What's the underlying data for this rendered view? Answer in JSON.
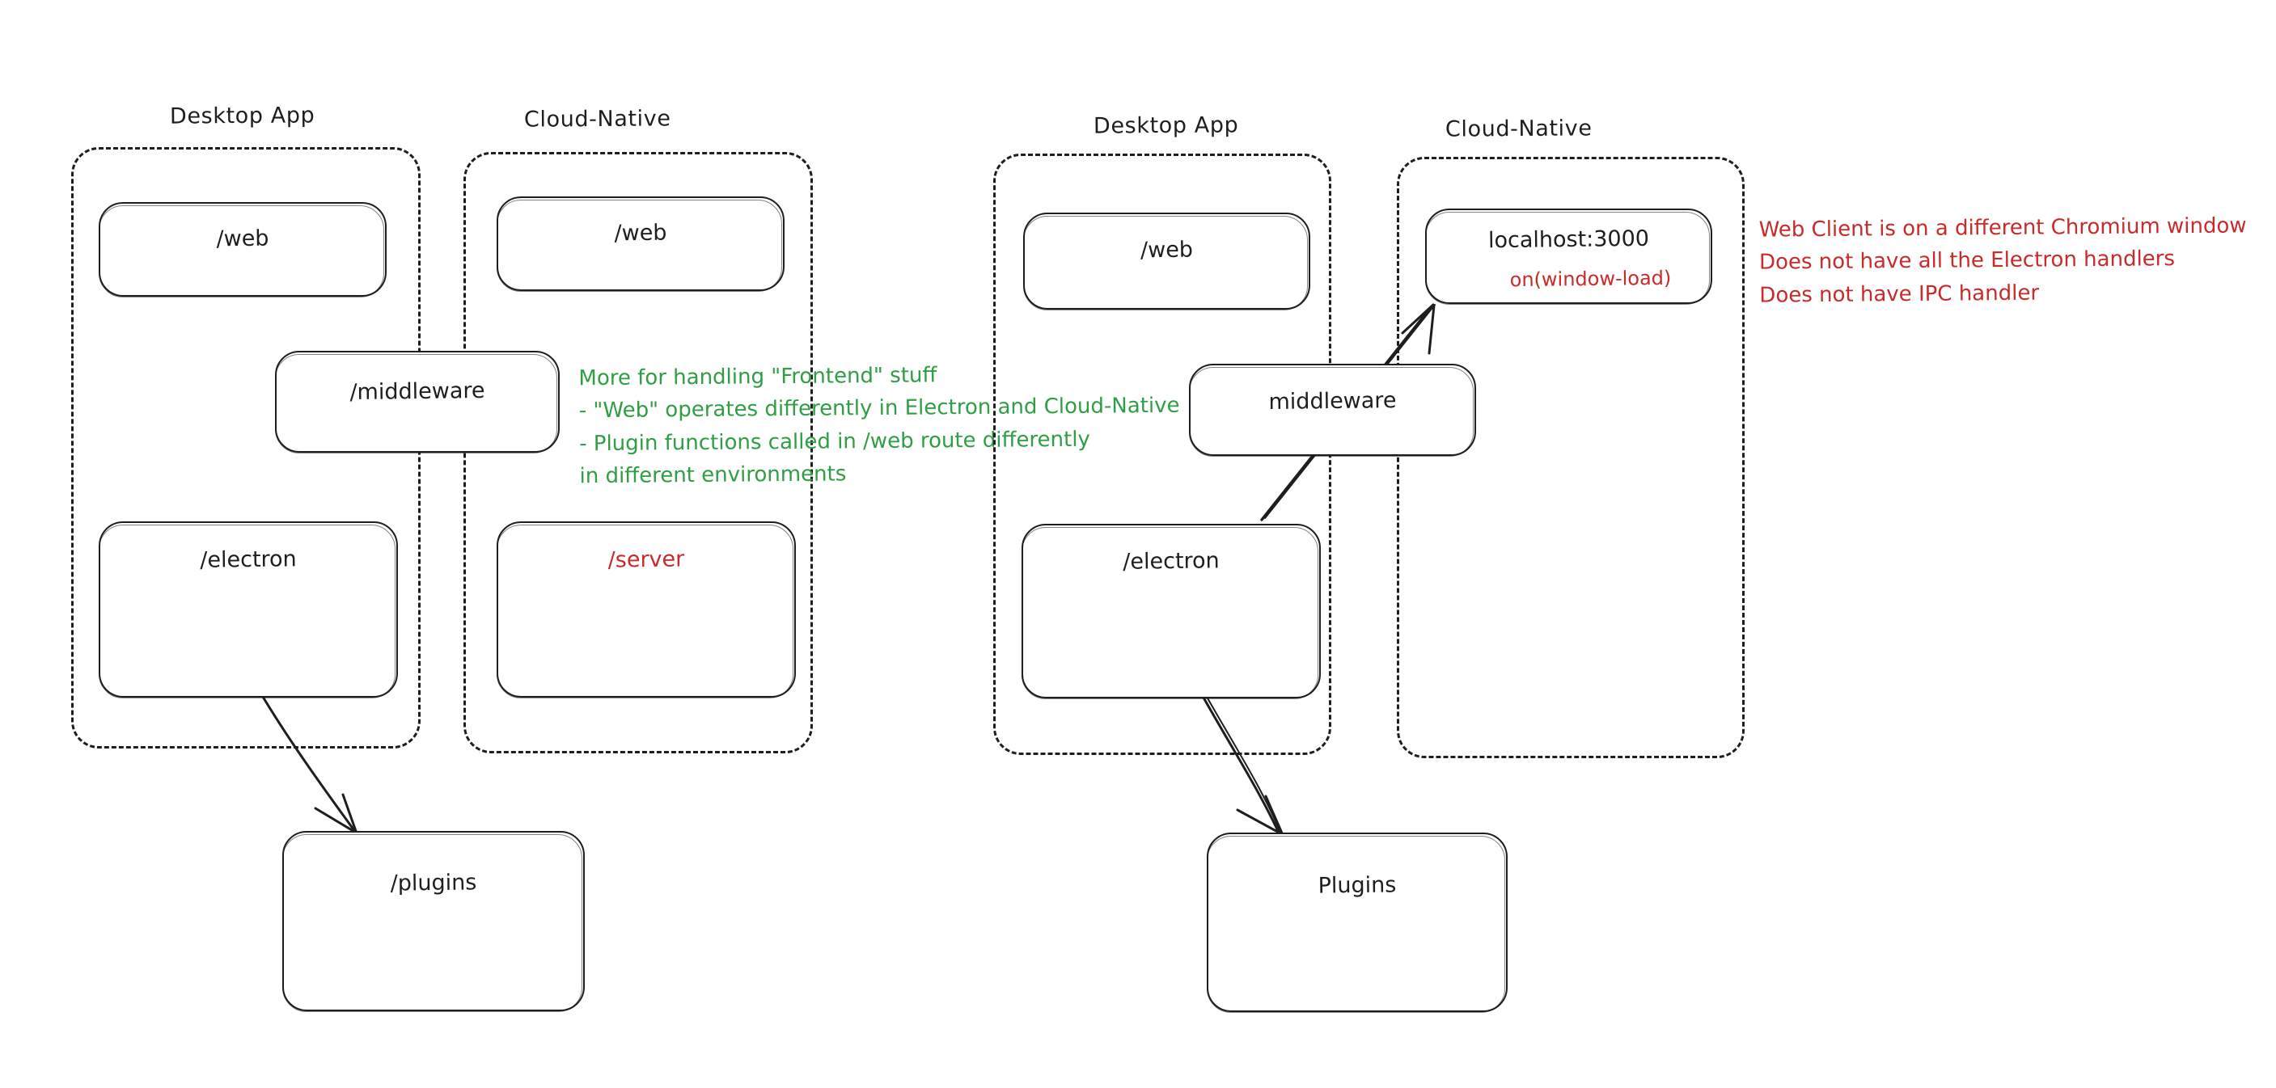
{
  "diagram": {
    "title": "Electron Desktop App vs Cloud-Native architecture comparison",
    "colors": {
      "stroke": "#1e1e1e",
      "green_note": "#2f9e44",
      "red_note": "#c92a2a",
      "background": "#ffffff"
    }
  },
  "left_diagram": {
    "clusters": [
      {
        "label": "Desktop App"
      },
      {
        "label": "Cloud-Native"
      }
    ],
    "nodes": [
      {
        "label": "/web",
        "color": "black"
      },
      {
        "label": "/web",
        "color": "black"
      },
      {
        "label": "/middleware",
        "color": "black"
      },
      {
        "label": "/electron",
        "color": "black"
      },
      {
        "label": "/server",
        "color": "red"
      },
      {
        "label": "/plugins",
        "color": "black"
      }
    ],
    "annotation": {
      "color": "green",
      "lines": [
        "More for handling \"Frontend\" stuff",
        "- \"Web\" operates differently in Electron and Cloud-Native",
        "- Plugin functions called in /web route differently",
        "in different environments"
      ]
    }
  },
  "right_diagram": {
    "clusters": [
      {
        "label": "Desktop App"
      },
      {
        "label": "Cloud-Native"
      }
    ],
    "nodes": [
      {
        "label": "/web",
        "color": "black"
      },
      {
        "label": "localhost:3000",
        "color": "black"
      },
      {
        "label": "on(window-load)",
        "color": "red"
      },
      {
        "label": "middleware",
        "color": "black"
      },
      {
        "label": "/electron",
        "color": "black"
      },
      {
        "label": "Plugins",
        "color": "black"
      }
    ],
    "annotation": {
      "color": "red",
      "lines": [
        "Web Client is on a different Chromium window",
        "Does not have all the Electron handlers",
        "Does not have IPC handler"
      ]
    }
  }
}
